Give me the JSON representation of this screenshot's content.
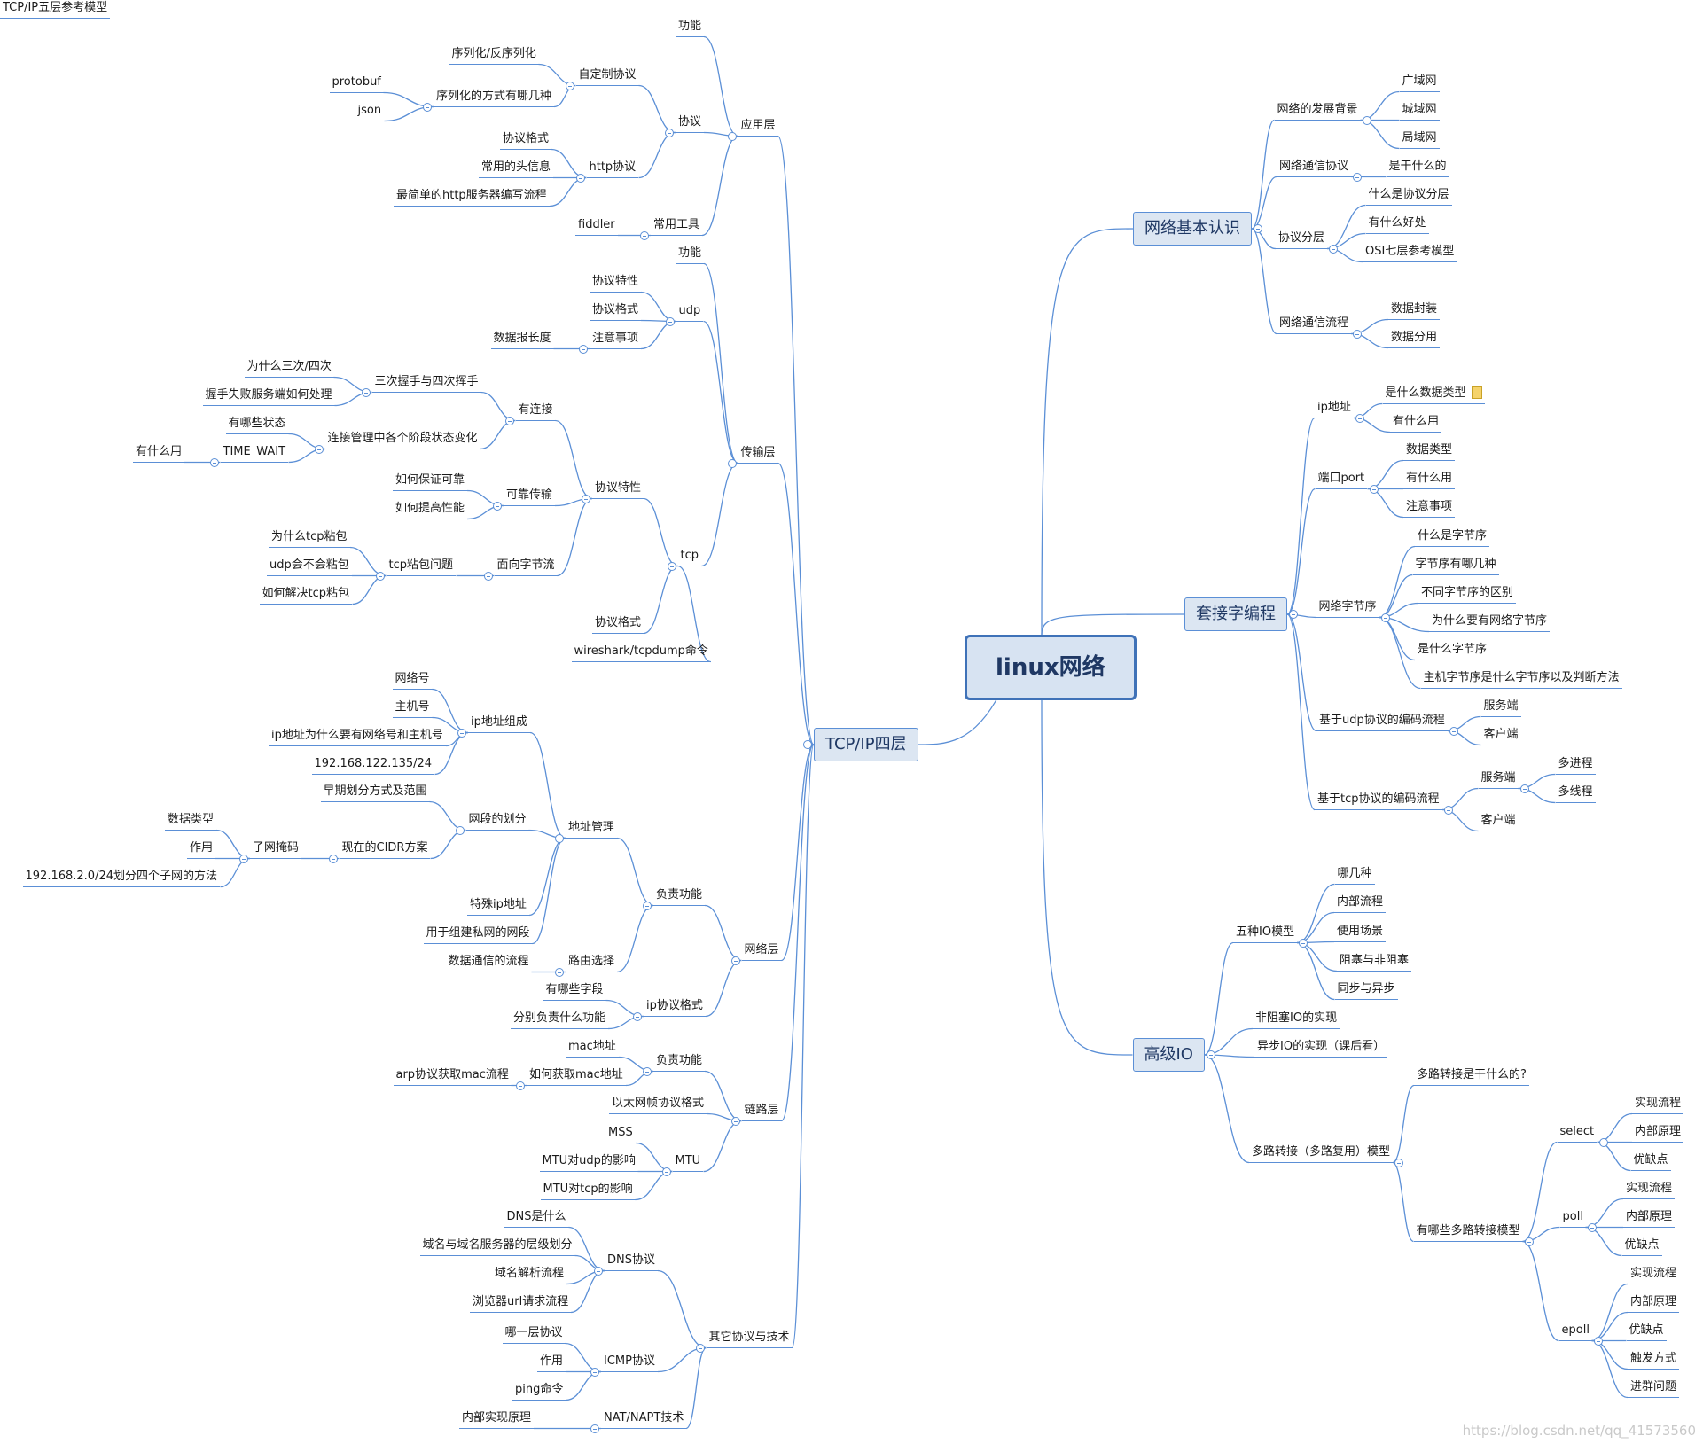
{
  "center": "linux网络",
  "watermark": "https://blog.csdn.net/qq_41573560",
  "branches": [
    {
      "label": "TCP/IP四层",
      "side": "left",
      "children": [
        {
          "label": "应用层",
          "children": [
            {
              "label": "功能"
            },
            {
              "label": "协议",
              "children": [
                {
                  "label": "自定制协议",
                  "children": [
                    {
                      "label": "序列化/反序列化"
                    },
                    {
                      "label": "序列化的方式有哪几种",
                      "children": [
                        {
                          "label": "protobuf"
                        },
                        {
                          "label": "json"
                        }
                      ]
                    }
                  ]
                },
                {
                  "label": "http协议",
                  "children": [
                    {
                      "label": "协议格式"
                    },
                    {
                      "label": "常用的头信息"
                    },
                    {
                      "label": "最简单的http服务器编写流程"
                    }
                  ]
                }
              ]
            },
            {
              "label": "常用工具",
              "children": [
                {
                  "label": "fiddler"
                }
              ]
            }
          ]
        },
        {
          "label": "传输层",
          "children": [
            {
              "label": "功能"
            },
            {
              "label": "udp",
              "children": [
                {
                  "label": "协议特性"
                },
                {
                  "label": "协议格式"
                },
                {
                  "label": "注意事项",
                  "children": [
                    {
                      "label": "数据报长度"
                    }
                  ]
                }
              ]
            },
            {
              "label": "tcp",
              "children": [
                {
                  "label": "协议特性",
                  "children": [
                    {
                      "label": "有连接",
                      "children": [
                        {
                          "label": "三次握手与四次挥手",
                          "children": [
                            {
                              "label": "为什么三次/四次"
                            },
                            {
                              "label": "握手失败服务端如何处理"
                            }
                          ]
                        },
                        {
                          "label": "连接管理中各个阶段状态变化",
                          "children": [
                            {
                              "label": "有哪些状态"
                            },
                            {
                              "label": "TIME_WAIT",
                              "children": [
                                {
                                  "label": "有什么用"
                                }
                              ]
                            }
                          ]
                        }
                      ]
                    },
                    {
                      "label": "可靠传输",
                      "children": [
                        {
                          "label": "如何保证可靠"
                        },
                        {
                          "label": "如何提高性能"
                        }
                      ]
                    },
                    {
                      "label": "面向字节流",
                      "children": [
                        {
                          "label": "tcp粘包问题",
                          "children": [
                            {
                              "label": "为什么tcp粘包"
                            },
                            {
                              "label": "udp会不会粘包"
                            },
                            {
                              "label": "如何解决tcp粘包"
                            }
                          ]
                        }
                      ]
                    }
                  ]
                },
                {
                  "label": "协议格式"
                },
                {
                  "label": "wireshark/tcpdump命令"
                }
              ]
            }
          ]
        },
        {
          "label": "网络层",
          "children": [
            {
              "label": "负责功能",
              "children": [
                {
                  "label": "地址管理",
                  "children": [
                    {
                      "label": "ip地址组成",
                      "children": [
                        {
                          "label": "网络号"
                        },
                        {
                          "label": "主机号"
                        },
                        {
                          "label": "ip地址为什么要有网络号和主机号"
                        },
                        {
                          "label": "192.168.122.135/24"
                        }
                      ]
                    },
                    {
                      "label": "网段的划分",
                      "children": [
                        {
                          "label": "早期划分方式及范围"
                        },
                        {
                          "label": "现在的CIDR方案",
                          "children": [
                            {
                              "label": "子网掩码",
                              "children": [
                                {
                                  "label": "数据类型"
                                },
                                {
                                  "label": "作用"
                                },
                                {
                                  "label": "192.168.2.0/24划分四个子网的方法"
                                }
                              ]
                            }
                          ]
                        }
                      ]
                    },
                    {
                      "label": "特殊ip地址"
                    },
                    {
                      "label": "用于组建私网的网段"
                    }
                  ]
                },
                {
                  "label": "路由选择",
                  "children": [
                    {
                      "label": "数据通信的流程"
                    }
                  ]
                }
              ]
            },
            {
              "label": "ip协议格式",
              "children": [
                {
                  "label": "有哪些字段"
                },
                {
                  "label": "分别负责什么功能"
                }
              ]
            }
          ]
        },
        {
          "label": "链路层",
          "children": [
            {
              "label": "负责功能",
              "children": [
                {
                  "label": "mac地址"
                },
                {
                  "label": "如何获取mac地址",
                  "children": [
                    {
                      "label": "arp协议获取mac流程"
                    }
                  ]
                }
              ]
            },
            {
              "label": "以太网帧协议格式"
            },
            {
              "label": "MTU",
              "children": [
                {
                  "label": "MSS"
                },
                {
                  "label": "MTU对udp的影响"
                },
                {
                  "label": "MTU对tcp的影响"
                }
              ]
            }
          ]
        },
        {
          "label": "其它协议与技术",
          "children": [
            {
              "label": "DNS协议",
              "children": [
                {
                  "label": "DNS是什么"
                },
                {
                  "label": "域名与域名服务器的层级划分"
                },
                {
                  "label": "域名解析流程"
                },
                {
                  "label": "浏览器url请求流程"
                }
              ]
            },
            {
              "label": "ICMP协议",
              "children": [
                {
                  "label": "哪一层协议"
                },
                {
                  "label": "作用"
                },
                {
                  "label": "ping命令"
                }
              ]
            },
            {
              "label": "NAT/NAPT技术",
              "children": [
                {
                  "label": "内部实现原理"
                }
              ]
            }
          ]
        }
      ]
    },
    {
      "label": "网络基本认识",
      "side": "right",
      "children": [
        {
          "label": "网络的发展背景",
          "children": [
            {
              "label": "广域网"
            },
            {
              "label": "城域网"
            },
            {
              "label": "局域网"
            }
          ]
        },
        {
          "label": "网络通信协议",
          "children": [
            {
              "label": "是干什么的"
            }
          ]
        },
        {
          "label": "协议分层",
          "children": [
            {
              "label": "什么是协议分层"
            },
            {
              "label": "有什么好处"
            },
            {
              "label": "OSI七层参考模型"
            },
            {
              "label": "TCP/IP五层参考模型"
            }
          ]
        },
        {
          "label": "网络通信流程",
          "children": [
            {
              "label": "数据封装"
            },
            {
              "label": "数据分用"
            }
          ]
        }
      ]
    },
    {
      "label": "套接字编程",
      "side": "right",
      "children": [
        {
          "label": "ip地址",
          "children": [
            {
              "label": "是什么数据类型",
              "note": true
            },
            {
              "label": "有什么用"
            }
          ]
        },
        {
          "label": "端口port",
          "children": [
            {
              "label": "数据类型"
            },
            {
              "label": "有什么用"
            },
            {
              "label": "注意事项"
            }
          ]
        },
        {
          "label": "网络字节序",
          "children": [
            {
              "label": "什么是字节序"
            },
            {
              "label": "字节序有哪几种"
            },
            {
              "label": "不同字节序的区别"
            },
            {
              "label": "为什么要有网络字节序"
            },
            {
              "label": "是什么字节序"
            },
            {
              "label": "主机字节序是什么字节序以及判断方法"
            }
          ]
        },
        {
          "label": "基于udp协议的编码流程",
          "children": [
            {
              "label": "服务端"
            },
            {
              "label": "客户端"
            }
          ]
        },
        {
          "label": "基于tcp协议的编码流程",
          "children": [
            {
              "label": "服务端",
              "children": [
                {
                  "label": "多进程"
                },
                {
                  "label": "多线程"
                }
              ]
            },
            {
              "label": "客户端"
            }
          ]
        }
      ]
    },
    {
      "label": "高级IO",
      "side": "right",
      "children": [
        {
          "label": "五种IO模型",
          "children": [
            {
              "label": "哪几种"
            },
            {
              "label": "内部流程"
            },
            {
              "label": "使用场景"
            },
            {
              "label": "阻塞与非阻塞"
            },
            {
              "label": "同步与异步"
            }
          ]
        },
        {
          "label": "非阻塞IO的实现"
        },
        {
          "label": "异步IO的实现（课后看）"
        },
        {
          "label": "多路转接（多路复用）模型",
          "children": [
            {
              "label": "多路转接是干什么的?"
            },
            {
              "label": "有哪些多路转接模型",
              "children": [
                {
                  "label": "select",
                  "children": [
                    {
                      "label": "实现流程"
                    },
                    {
                      "label": "内部原理"
                    },
                    {
                      "label": "优缺点"
                    }
                  ]
                },
                {
                  "label": "poll",
                  "children": [
                    {
                      "label": "实现流程"
                    },
                    {
                      "label": "内部原理"
                    },
                    {
                      "label": "优缺点"
                    }
                  ]
                },
                {
                  "label": "epoll",
                  "children": [
                    {
                      "label": "实现流程"
                    },
                    {
                      "label": "内部原理"
                    },
                    {
                      "label": "优缺点"
                    },
                    {
                      "label": "触发方式"
                    },
                    {
                      "label": "进群问题"
                    }
                  ]
                }
              ]
            }
          ]
        }
      ]
    }
  ]
}
